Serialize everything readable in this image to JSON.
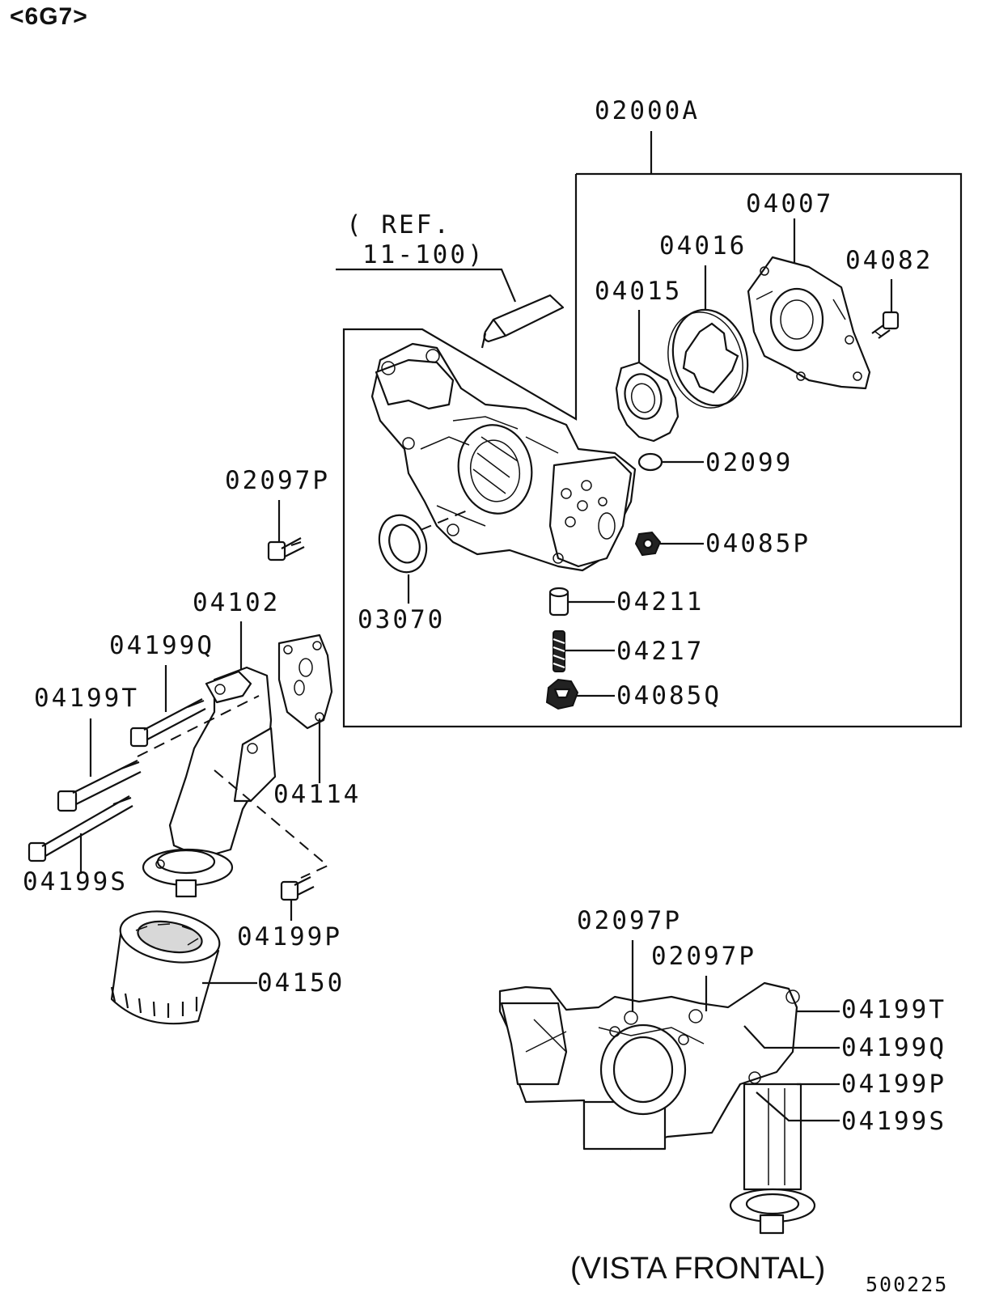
{
  "header": {
    "engine_code": "<6G7>"
  },
  "labels": {
    "assembly": "02000A",
    "ref_line1": "( REF.",
    "ref_line2": "11-100)",
    "p04007": "04007",
    "p04016": "04016",
    "p04082": "04082",
    "p04015": "04015",
    "p02099": "02099",
    "p04085p": "04085P",
    "p03070": "03070",
    "p04211": "04211",
    "p04217": "04217",
    "p04085q": "04085Q",
    "p02097p": "02097P",
    "p04102": "04102",
    "p04199q": "04199Q",
    "p04199t": "04199T",
    "p04114": "04114",
    "p04199s": "04199S",
    "p04199p": "04199P",
    "p04150": "04150"
  },
  "front_view": {
    "bolt_a": "02097P",
    "bolt_b": "02097P",
    "r1": "04199T",
    "r2": "04199Q",
    "r3": "04199P",
    "r4": "04199S",
    "caption": "(VISTA FRONTAL)"
  },
  "figure_number": "500225"
}
